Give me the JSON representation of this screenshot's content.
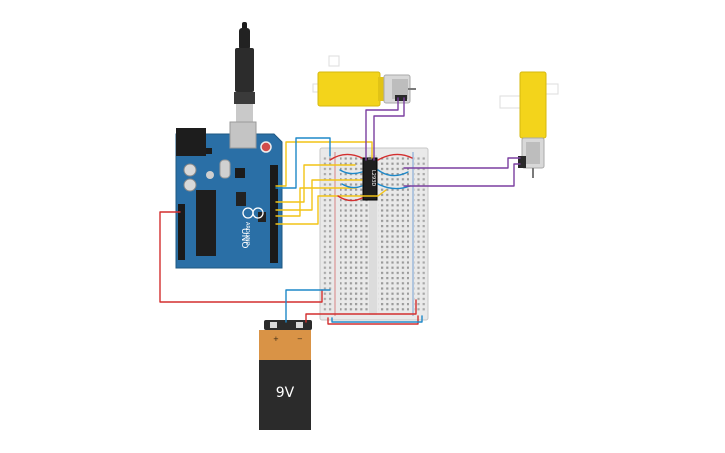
{
  "arduino": {
    "brand": "ARDUINO",
    "model": "UNO"
  },
  "ic": {
    "label": "L293D"
  },
  "battery": {
    "label": "9V",
    "plus": "+",
    "minus": "−"
  },
  "colors": {
    "wire_red": "#d32f2f",
    "wire_blue": "#1e88c8",
    "wire_yellow": "#f2c417",
    "wire_purple": "#7b3fa0",
    "arduino_blue": "#2a6fa6",
    "motor_yellow": "#f3d41b",
    "battery_orange": "#d99346",
    "battery_black": "#2b2b2b",
    "breadboard": "#e9e9e9"
  },
  "icons": {
    "usb": "usb-connector-icon",
    "motor": "dc-motor-icon",
    "battery": "battery-9v-icon",
    "chip": "ic-chip-icon"
  }
}
